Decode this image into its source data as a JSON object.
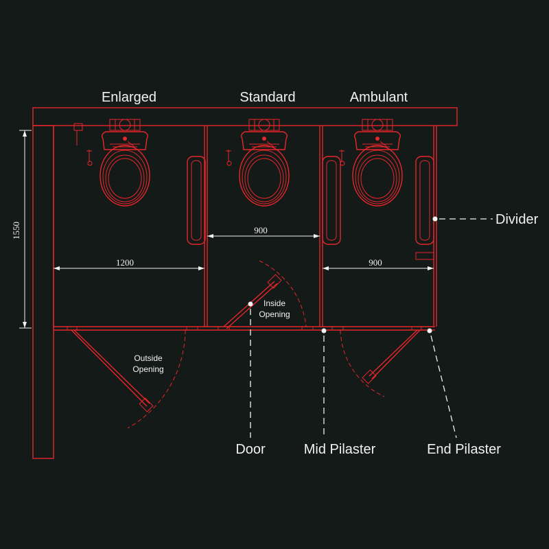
{
  "colors": {
    "background": "#141a18",
    "linework": "#e8262b",
    "annotation": "#f2f2f2"
  },
  "cubicles": {
    "enlarged": "Enlarged",
    "standard": "Standard",
    "ambulant": "Ambulant"
  },
  "dimensions": {
    "depth": "1550",
    "enlarged_width": "1200",
    "standard_width": "900",
    "ambulant_width": "900"
  },
  "door_swings": {
    "inside_opening": [
      "Inside",
      "Opening"
    ],
    "outside_opening": [
      "Outside",
      "Opening"
    ]
  },
  "callouts": {
    "divider": "Divider",
    "door": "Door",
    "mid_pilaster": "Mid Pilaster",
    "end_pilaster": "End Pilaster"
  }
}
